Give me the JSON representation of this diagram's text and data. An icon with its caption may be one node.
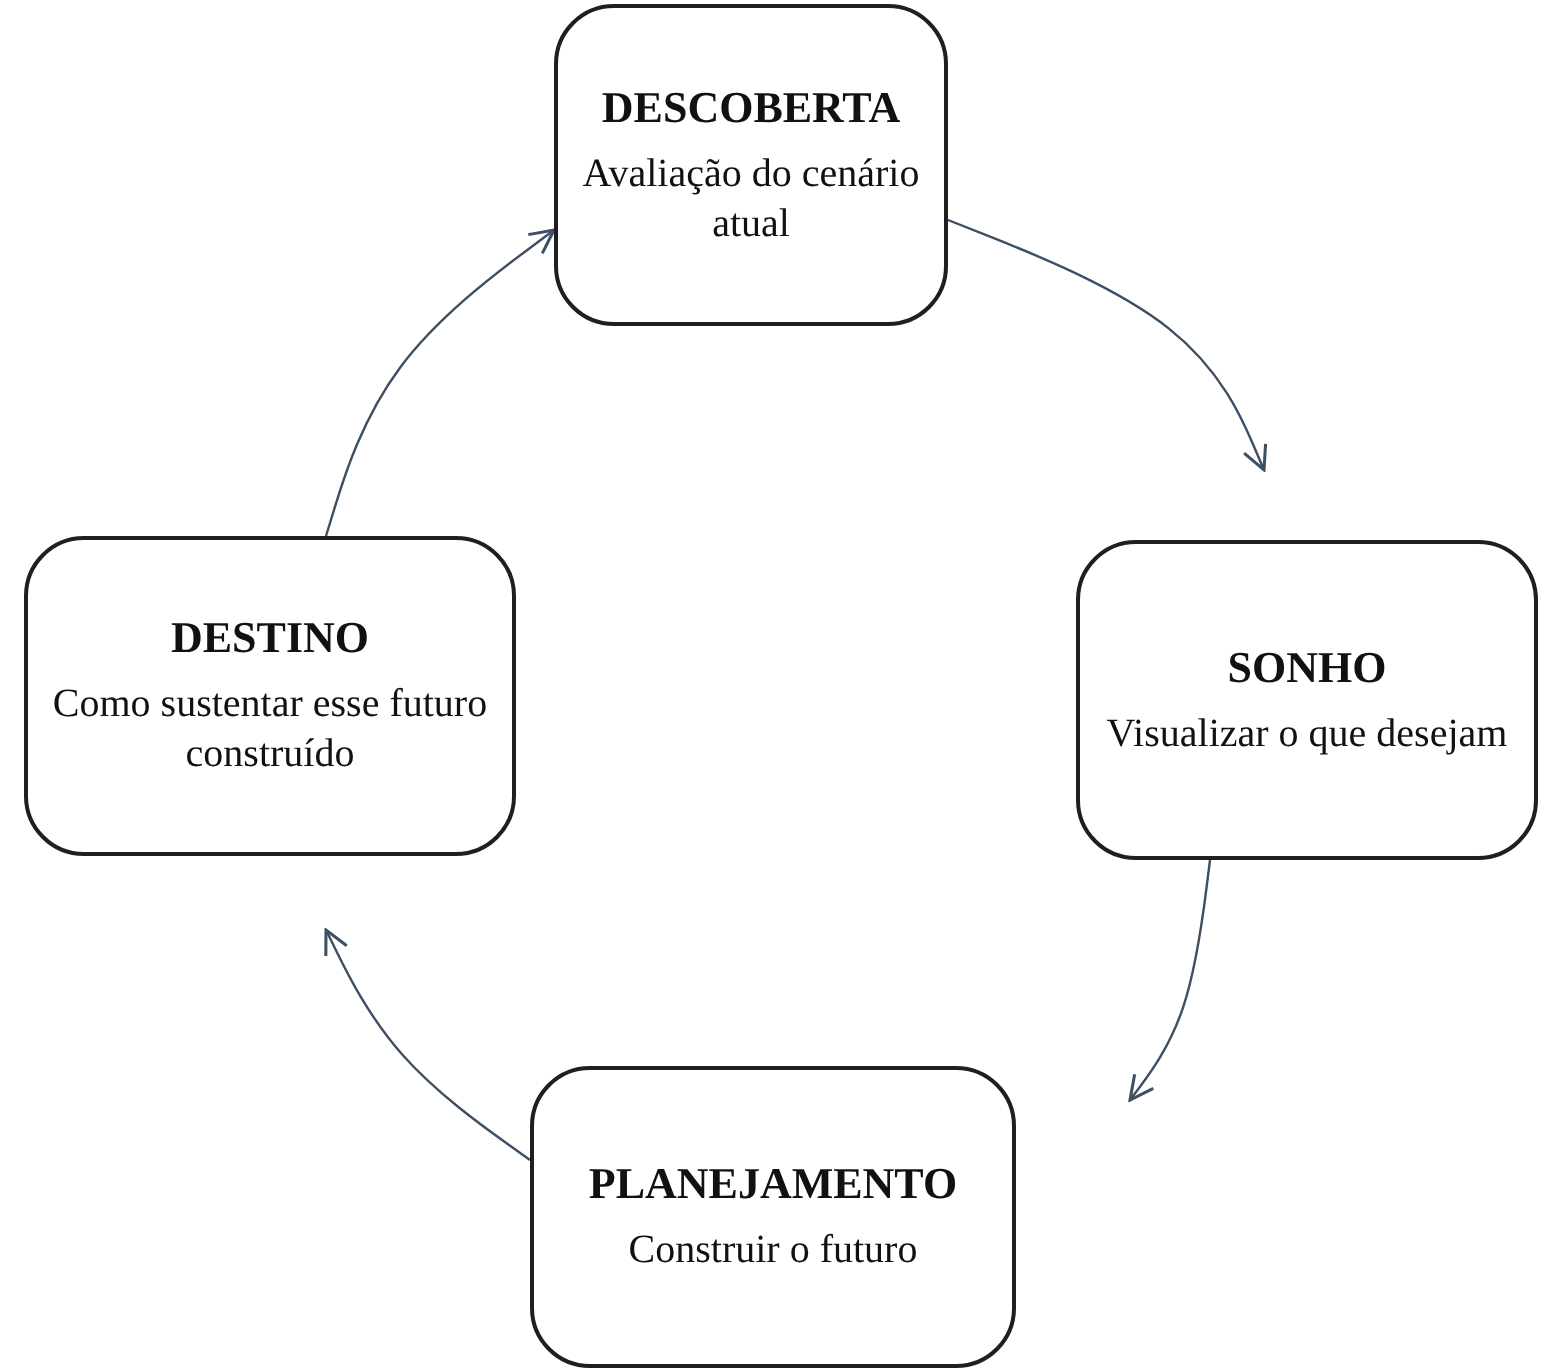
{
  "diagram": {
    "nodes": [
      {
        "text": [
          "DESCOBERTA",
          "Avaliação do cenário atual"
        ]
      },
      {
        "text": [
          "SONHO",
          "Visualizar o que desejam"
        ]
      },
      {
        "text": [
          "PLANEJAMENTO",
          "Construir o futuro"
        ]
      },
      {
        "text": [
          "DESTINO",
          "Como sustentar esse futuro construído"
        ]
      }
    ],
    "edges": [
      {
        "from": 0,
        "to": 1,
        "arrow": "to"
      },
      {
        "from": 1,
        "to": 2,
        "arrow": "to"
      },
      {
        "from": 2,
        "to": 3,
        "arrow": "to"
      },
      {
        "from": 3,
        "to": 0,
        "arrow": "to"
      }
    ]
  }
}
